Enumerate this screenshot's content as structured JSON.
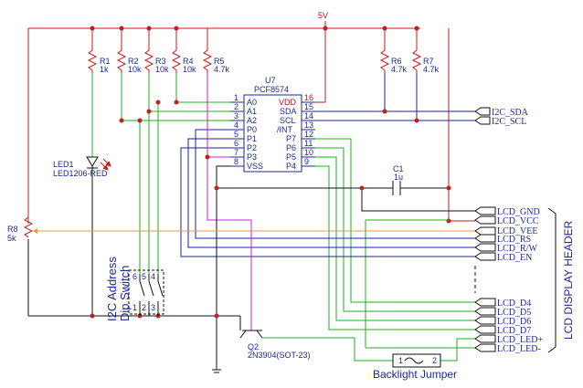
{
  "power": {
    "vcc_label": "5V"
  },
  "resistors": [
    {
      "ref": "R1",
      "value": "1k"
    },
    {
      "ref": "R2",
      "value": "10k"
    },
    {
      "ref": "R3",
      "value": "10k"
    },
    {
      "ref": "R4",
      "value": "10k"
    },
    {
      "ref": "R5",
      "value": "4.7k"
    },
    {
      "ref": "R6",
      "value": "4.7k"
    },
    {
      "ref": "R7",
      "value": "4.7k"
    }
  ],
  "chip": {
    "ref": "U7",
    "part": "PCF8574",
    "left_pins": [
      {
        "num": "1",
        "name": "A0"
      },
      {
        "num": "2",
        "name": "A1"
      },
      {
        "num": "3",
        "name": "A2"
      },
      {
        "num": "4",
        "name": "P0"
      },
      {
        "num": "5",
        "name": "P1"
      },
      {
        "num": "6",
        "name": "P2"
      },
      {
        "num": "7",
        "name": "P3"
      },
      {
        "num": "8",
        "name": "VSS"
      }
    ],
    "right_pins": [
      {
        "num": "16",
        "name": "VDD"
      },
      {
        "num": "15",
        "name": "SDA"
      },
      {
        "num": "14",
        "name": "SCL"
      },
      {
        "num": "13",
        "name": "/INT"
      },
      {
        "num": "12",
        "name": "P7"
      },
      {
        "num": "11",
        "name": "P6"
      },
      {
        "num": "10",
        "name": "P5"
      },
      {
        "num": "9",
        "name": "P4"
      }
    ]
  },
  "led": {
    "ref": "LED1",
    "part": "LED1206-RED"
  },
  "pot": {
    "ref": "R8",
    "value": "5k"
  },
  "cap": {
    "ref": "C1",
    "value": "1u"
  },
  "transistor": {
    "ref": "Q2",
    "part": "2N3904(SOT-23)"
  },
  "switch": {
    "title_line1": "I2C Address",
    "title_line2": "Dip Switch",
    "top_nums": [
      "6",
      "5",
      "4"
    ],
    "bottom_nums": [
      "1",
      "2",
      "3"
    ]
  },
  "i2c_nets": [
    "I2C_SDA",
    "I2C_SCL"
  ],
  "lcd_nets": [
    "LCD_GND",
    "LCD_VCC",
    "LCD_VEE",
    "LCD_RS",
    "LCD_R/W",
    "LCD_EN",
    "LCD_D4",
    "LCD_D5",
    "LCD_D6",
    "LCD_D7",
    "LCD_LED+",
    "LCD_LED-"
  ],
  "header_label": "LCD DISPLAY HEADER",
  "jumper": {
    "label": "Backlight Jumper",
    "pin1": "1",
    "pin2": "2"
  },
  "colors": {
    "power": "#c41e1e",
    "gnd": "#111111",
    "green": "#19b019",
    "blue": "#1a22a8",
    "magenta": "#cc22cc",
    "orange": "#e89a3c",
    "text": "#1e2a8c",
    "pin_red": "#b0121b"
  }
}
